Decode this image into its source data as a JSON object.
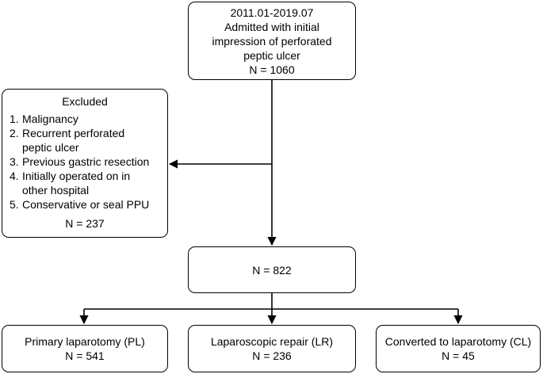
{
  "top": {
    "lines": [
      "2011.01-2019.07",
      "Admitted with initial",
      "impression of perforated",
      "peptic ulcer",
      "N = 1060"
    ]
  },
  "excluded": {
    "title": "Excluded",
    "items": [
      {
        "num": "1.",
        "lines": [
          "Malignancy"
        ]
      },
      {
        "num": "2.",
        "lines": [
          "Recurrent perforated",
          "peptic ulcer"
        ]
      },
      {
        "num": "3.",
        "lines": [
          "Previous gastric resection"
        ]
      },
      {
        "num": "4.",
        "lines": [
          "Initially operated on in",
          "other hospital"
        ]
      },
      {
        "num": "5.",
        "lines": [
          "Conservative or seal PPU"
        ]
      }
    ],
    "n": "N = 237"
  },
  "middle": {
    "n": "N = 822"
  },
  "groups": [
    {
      "label": "Primary laparotomy (PL)",
      "n": "N = 541"
    },
    {
      "label": "Laparoscopic repair (LR)",
      "n": "N = 236"
    },
    {
      "label": "Converted to laparotomy (CL)",
      "n": "N = 45"
    }
  ]
}
